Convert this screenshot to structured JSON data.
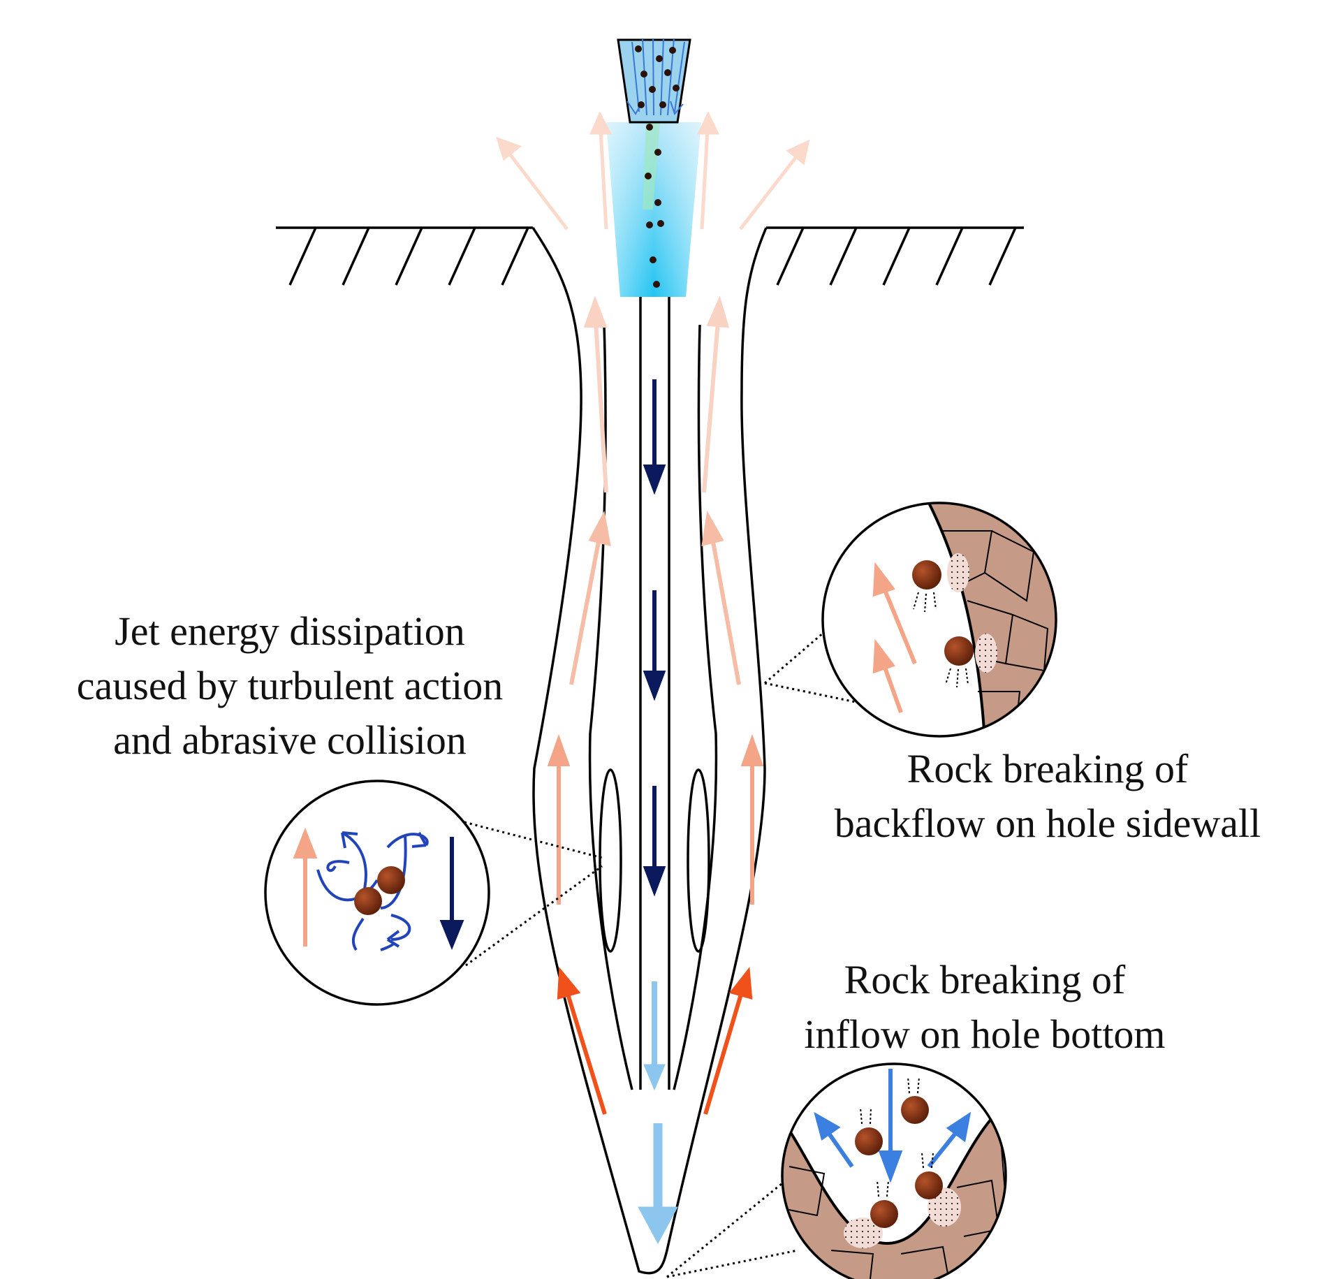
{
  "labels": {
    "jet_energy": [
      "Jet energy dissipation",
      "caused by turbulent action",
      "and abrasive collision"
    ],
    "sidewall": [
      "Rock breaking of",
      "backflow on hole sidewall"
    ],
    "bottom": [
      "Rock breaking of",
      "inflow on hole bottom"
    ]
  },
  "colors": {
    "outline": "#000000",
    "jet_cyan": "#29c6f2",
    "jet_green": "#7fe0b0",
    "downflow_dark": "#0a1a5c",
    "downflow_light": "#8cc6ee",
    "backflow_pale": "#f7c9b8",
    "backflow_mid": "#f4a487",
    "inflow_red": "#f0501a",
    "turbulent_blue": "#2244bb",
    "abrasive_brown": "#7a2e10",
    "rock": "#c59a87",
    "rock_damaged": "#f4dcd6"
  }
}
